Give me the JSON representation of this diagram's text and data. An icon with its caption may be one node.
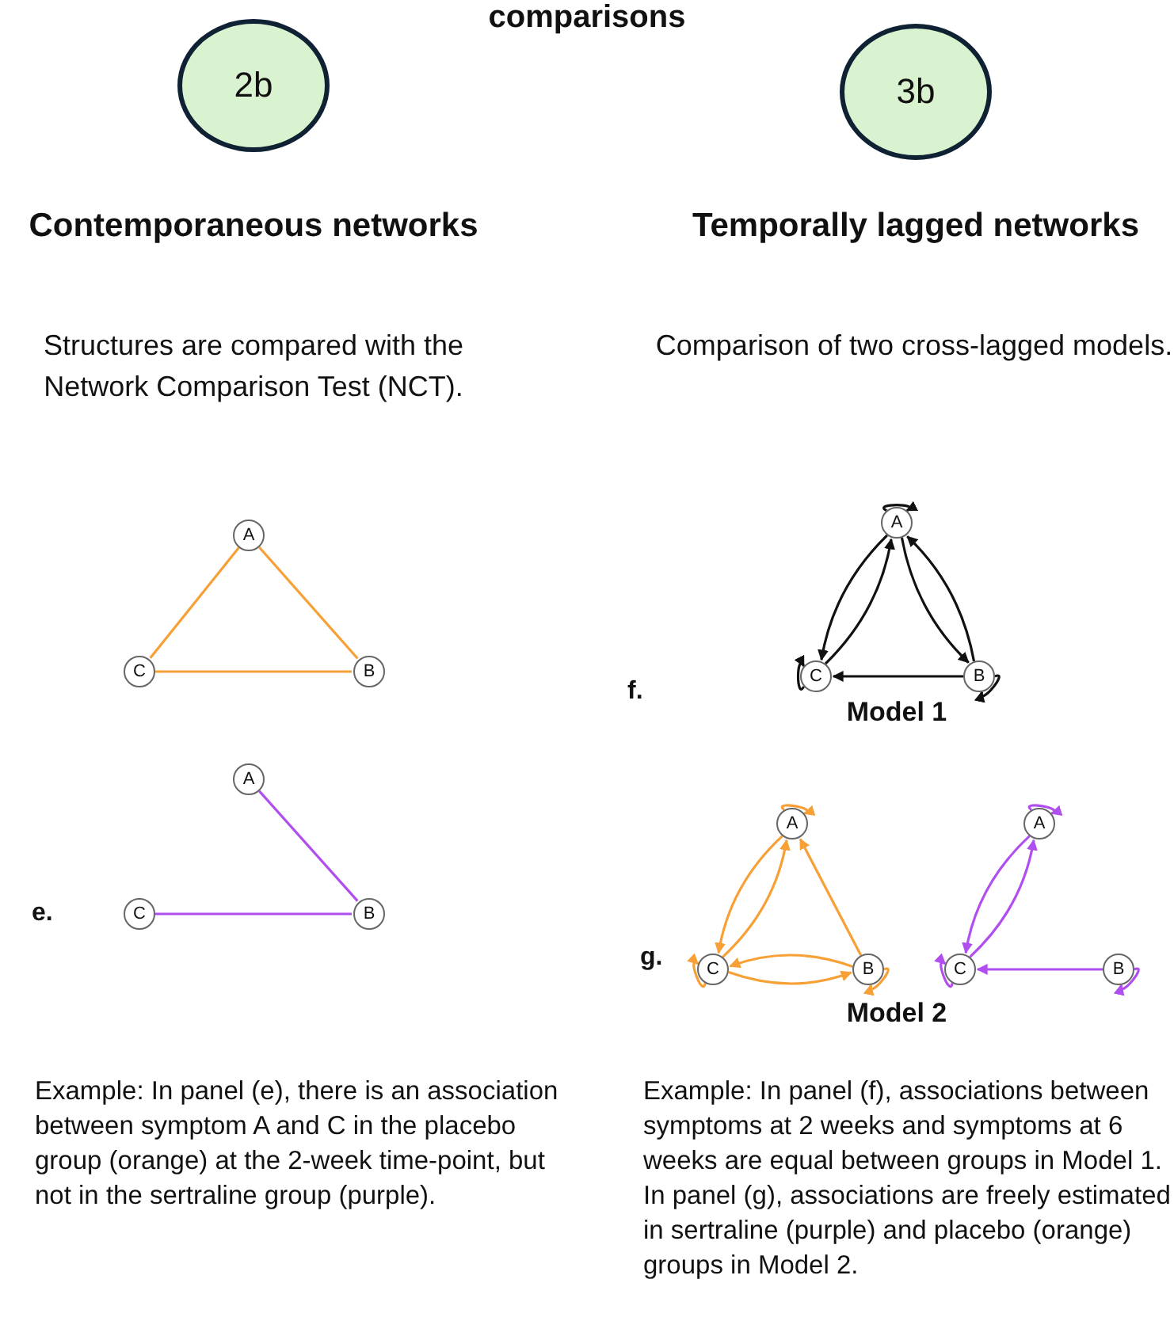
{
  "diagram": {
    "title": "comparisons",
    "nodes": [
      {
        "text": [
          "2b"
        ]
      },
      {
        "text": [
          "3b"
        ]
      },
      {
        "text": [
          "A"
        ]
      },
      {
        "text": [
          "C"
        ]
      },
      {
        "text": [
          "B"
        ]
      },
      {
        "text": [
          "A"
        ]
      },
      {
        "text": [
          "C"
        ]
      },
      {
        "text": [
          "B"
        ]
      },
      {
        "text": [
          "A"
        ]
      },
      {
        "text": [
          "C"
        ]
      },
      {
        "text": [
          "B"
        ]
      },
      {
        "text": [
          "A"
        ]
      },
      {
        "text": [
          "C"
        ]
      },
      {
        "text": [
          "B"
        ]
      },
      {
        "text": [
          "A"
        ]
      },
      {
        "text": [
          "C"
        ]
      },
      {
        "text": [
          "B"
        ]
      }
    ],
    "edges": [
      {
        "from": 2,
        "to": 3,
        "arrow": "none",
        "color": "#f7a035"
      },
      {
        "from": 3,
        "to": 4,
        "arrow": "none",
        "color": "#f7a035"
      },
      {
        "from": 2,
        "to": 4,
        "arrow": "none",
        "color": "#f7a035"
      },
      {
        "from": 5,
        "to": 7,
        "arrow": "none",
        "color": "#b04ef0"
      },
      {
        "from": 6,
        "to": 7,
        "arrow": "none",
        "color": "#b04ef0"
      },
      {
        "from": 8,
        "to": 8,
        "arrow": "to",
        "color": "#111111"
      },
      {
        "from": 9,
        "to": 9,
        "arrow": "to",
        "color": "#111111"
      },
      {
        "from": 10,
        "to": 10,
        "arrow": "to",
        "color": "#111111"
      },
      {
        "from": 8,
        "to": 9,
        "arrow": "to",
        "color": "#111111"
      },
      {
        "from": 9,
        "to": 8,
        "arrow": "to",
        "color": "#111111"
      },
      {
        "from": 8,
        "to": 10,
        "arrow": "to",
        "color": "#111111"
      },
      {
        "from": 10,
        "to": 8,
        "arrow": "to",
        "color": "#111111"
      },
      {
        "from": 10,
        "to": 9,
        "arrow": "to",
        "color": "#111111"
      },
      {
        "from": 11,
        "to": 11,
        "arrow": "to",
        "color": "#f7a035"
      },
      {
        "from": 12,
        "to": 12,
        "arrow": "to",
        "color": "#f7a035"
      },
      {
        "from": 13,
        "to": 13,
        "arrow": "to",
        "color": "#f7a035"
      },
      {
        "from": 11,
        "to": 12,
        "arrow": "to",
        "color": "#f7a035"
      },
      {
        "from": 12,
        "to": 11,
        "arrow": "to",
        "color": "#f7a035"
      },
      {
        "from": 13,
        "to": 11,
        "arrow": "to",
        "color": "#f7a035"
      },
      {
        "from": 12,
        "to": 13,
        "arrow": "to",
        "color": "#f7a035"
      },
      {
        "from": 13,
        "to": 12,
        "arrow": "to",
        "color": "#f7a035"
      },
      {
        "from": 14,
        "to": 14,
        "arrow": "to",
        "color": "#b04ef0"
      },
      {
        "from": 15,
        "to": 15,
        "arrow": "to",
        "color": "#b04ef0"
      },
      {
        "from": 16,
        "to": 16,
        "arrow": "to",
        "color": "#b04ef0"
      },
      {
        "from": 14,
        "to": 15,
        "arrow": "to",
        "color": "#b04ef0"
      },
      {
        "from": 15,
        "to": 14,
        "arrow": "to",
        "color": "#b04ef0"
      },
      {
        "from": 16,
        "to": 15,
        "arrow": "to",
        "color": "#b04ef0"
      }
    ],
    "labels": [
      "Contemporaneous networks",
      "Temporally lagged networks",
      "Structures are compared with the Network Comparison Test (NCT).",
      "Comparison of two cross-lagged models.",
      "f.",
      "Model 1",
      "e.",
      "g.",
      "Model 2",
      "Example: In panel (e), there is an association between symptom A and C in the placebo group (orange) at the 2-week time-point, but not in the sertraline group (purple).",
      "Example: In panel (f), associations between symptoms at 2 weeks and symptoms at 6 weeks are equal between groups in Model 1. In panel (g), associations are freely estimated in sertraline (purple) and placebo (orange) groups in Model 2."
    ]
  }
}
